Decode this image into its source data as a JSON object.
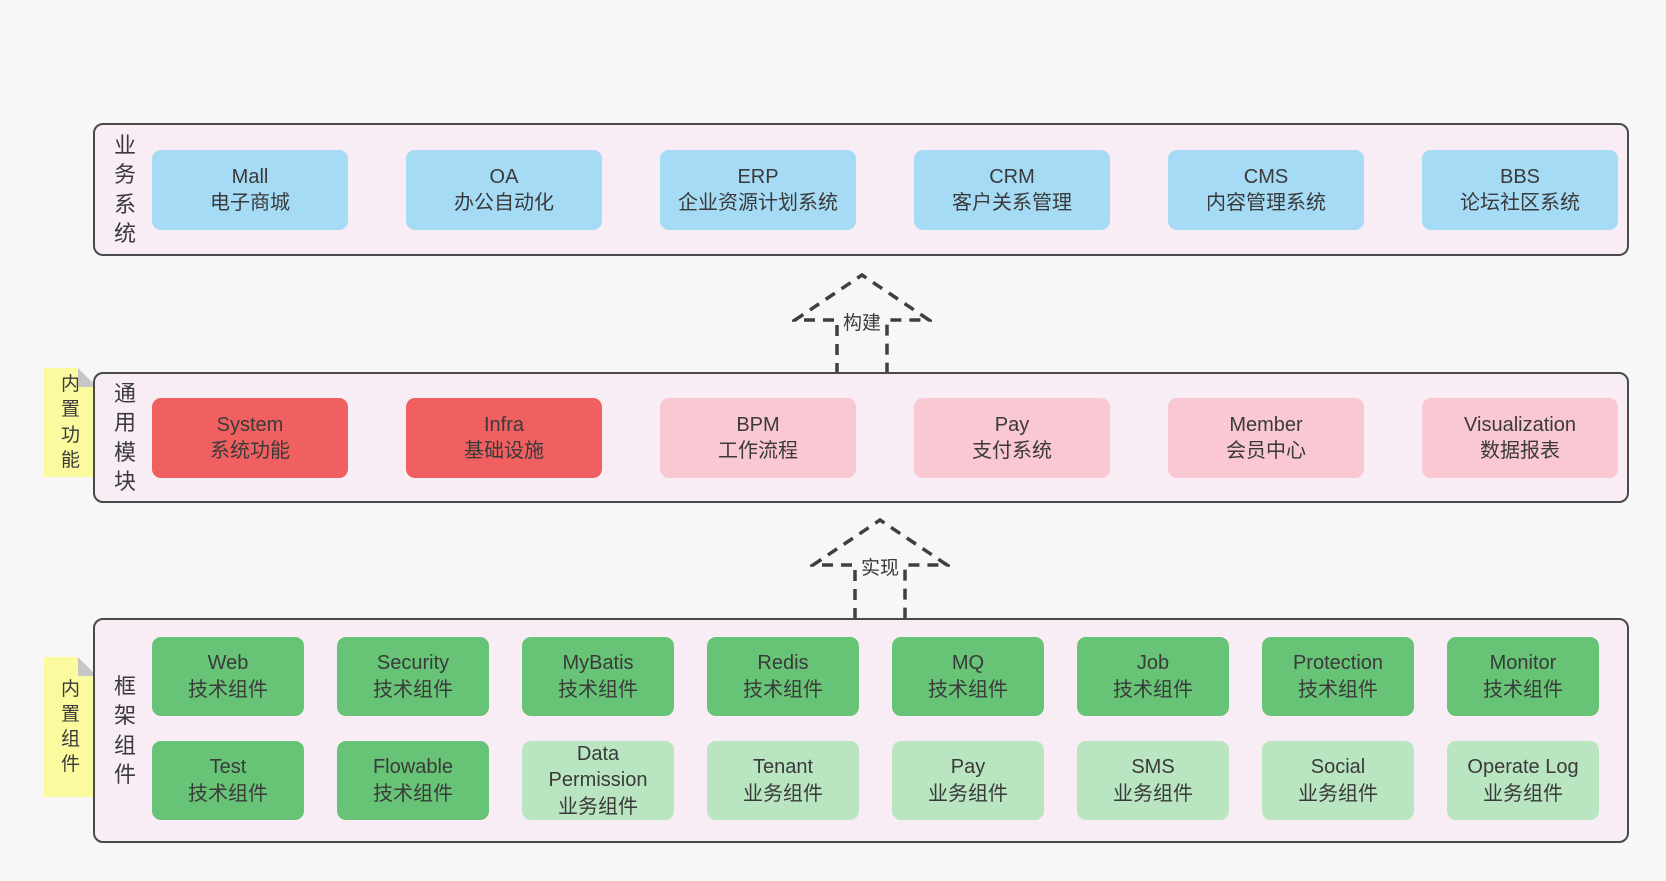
{
  "colors": {
    "page_background": "#f7f7f7",
    "panel_fill": "#f8edf5",
    "panel_border": "#4a4a4a",
    "business_box": "#a6dbf5",
    "core_module_box": "#f06060",
    "optional_module_box": "#f9c8d3",
    "tech_component_box": "#67c476",
    "biz_component_box": "#b9e5c1",
    "sticky_note": "#fbfa9f",
    "arrow_stroke": "#3f3f3f"
  },
  "arrows": {
    "build": "构建",
    "implement": "实现"
  },
  "business": {
    "label": "业务系统",
    "boxes": [
      {
        "name": "Mall",
        "desc": "电子商城"
      },
      {
        "name": "OA",
        "desc": "办公自动化"
      },
      {
        "name": "ERP",
        "desc": "企业资源计划系统"
      },
      {
        "name": "CRM",
        "desc": "客户关系管理"
      },
      {
        "name": "CMS",
        "desc": "内容管理系统"
      },
      {
        "name": "BBS",
        "desc": "论坛社区系统"
      }
    ]
  },
  "common": {
    "label": "通用模块",
    "note": "内置功能",
    "boxes": [
      {
        "name": "System",
        "desc": "系统功能"
      },
      {
        "name": "Infra",
        "desc": "基础设施"
      },
      {
        "name": "BPM",
        "desc": "工作流程"
      },
      {
        "name": "Pay",
        "desc": "支付系统"
      },
      {
        "name": "Member",
        "desc": "会员中心"
      },
      {
        "name": "Visualization",
        "desc": "数据报表"
      }
    ]
  },
  "framework": {
    "label": "框架组件",
    "note": "内置组件",
    "row1": [
      {
        "name": "Web",
        "desc": "技术组件"
      },
      {
        "name": "Security",
        "desc": "技术组件"
      },
      {
        "name": "MyBatis",
        "desc": "技术组件"
      },
      {
        "name": "Redis",
        "desc": "技术组件"
      },
      {
        "name": "MQ",
        "desc": "技术组件"
      },
      {
        "name": "Job",
        "desc": "技术组件"
      },
      {
        "name": "Protection",
        "desc": "技术组件"
      },
      {
        "name": "Monitor",
        "desc": "技术组件"
      }
    ],
    "row2": [
      {
        "name": "Test",
        "desc": "技术组件"
      },
      {
        "name": "Flowable",
        "desc": "技术组件"
      },
      {
        "name": "Data Permission",
        "desc": "业务组件"
      },
      {
        "name": "Tenant",
        "desc": "业务组件"
      },
      {
        "name": "Pay",
        "desc": "业务组件"
      },
      {
        "name": "SMS",
        "desc": "业务组件"
      },
      {
        "name": "Social",
        "desc": "业务组件"
      },
      {
        "name": "Operate Log",
        "desc": "业务组件"
      }
    ]
  }
}
